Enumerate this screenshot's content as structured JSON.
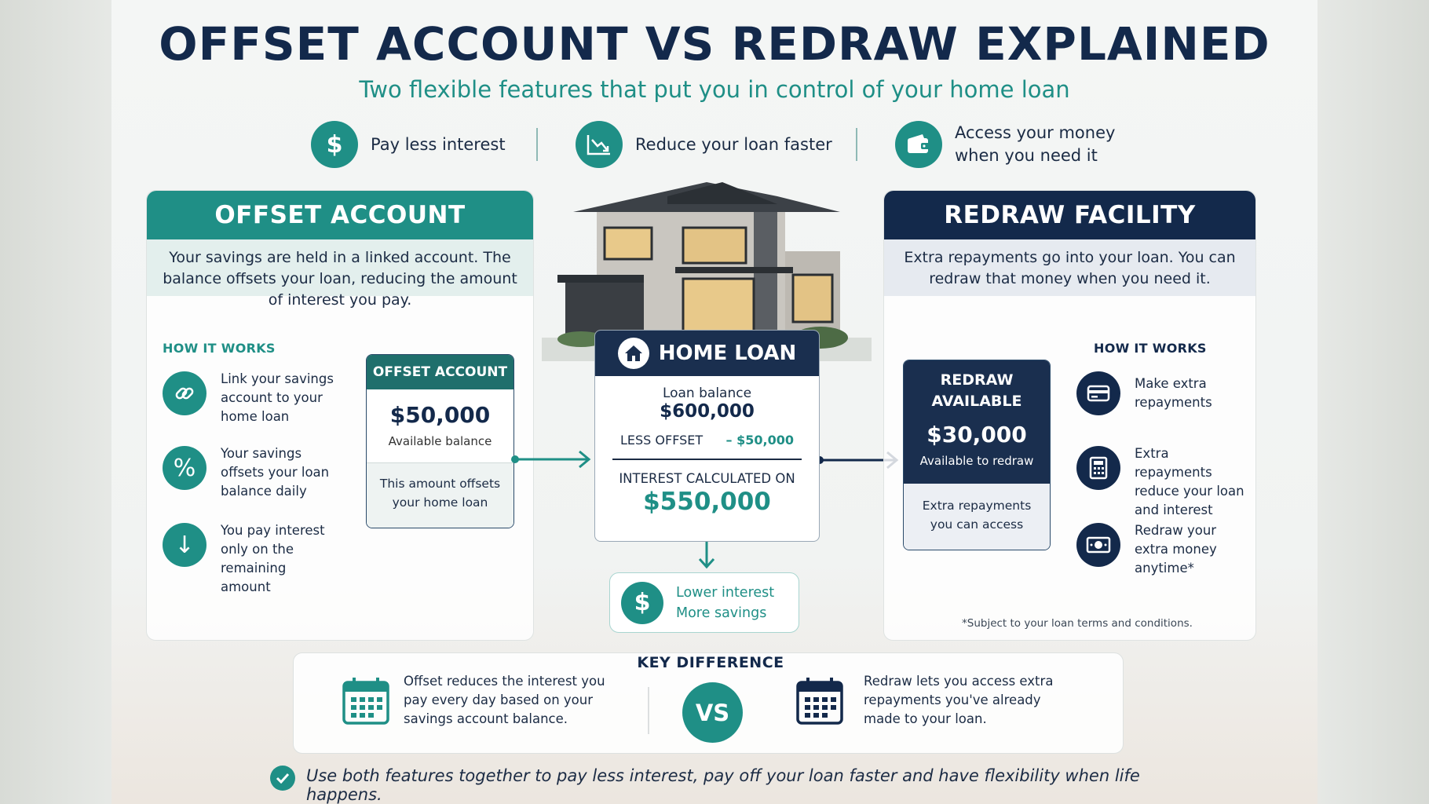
{
  "header": {
    "title": "OFFSET ACCOUNT VS REDRAW EXPLAINED",
    "subtitle": "Two flexible features that put you in control of your home loan"
  },
  "benefits": [
    {
      "icon": "dollar-icon",
      "glyph": "$",
      "text": "Pay less interest"
    },
    {
      "icon": "chart-down-icon",
      "text": "Reduce your loan faster"
    },
    {
      "icon": "wallet-icon",
      "text": "Access your money when you need it"
    }
  ],
  "offset": {
    "title": "OFFSET ACCOUNT",
    "description": "Your savings are held in a linked account. The balance offsets your loan, reducing the amount of interest you pay.",
    "how_label": "HOW IT WORKS",
    "steps": [
      {
        "icon": "link-icon",
        "text": "Link your savings account to your home loan"
      },
      {
        "icon": "percent-icon",
        "glyph": "%",
        "text": "Your savings offsets your loan balance daily"
      },
      {
        "icon": "arrow-down-icon",
        "glyph": "↓",
        "text": "You pay interest only on the remaining amount"
      }
    ],
    "card": {
      "title": "OFFSET ACCOUNT",
      "amount": "$50,000",
      "amount_label": "Available balance",
      "note": "This amount offsets your home loan"
    }
  },
  "home_loan": {
    "title": "HOME LOAN",
    "balance_label": "Loan balance",
    "balance": "$600,000",
    "less_offset_label": "LESS OFFSET",
    "less_offset_value": "– $50,000",
    "interest_label": "INTEREST CALCULATED ON",
    "interest_amount": "$550,000",
    "result_line1": "Lower interest",
    "result_line2": "More savings"
  },
  "redraw": {
    "title": "REDRAW FACILITY",
    "description": "Extra repayments go into your loan. You can redraw that money when you need it.",
    "how_label": "HOW IT WORKS",
    "card": {
      "title_line1": "REDRAW",
      "title_line2": "AVAILABLE",
      "amount": "$30,000",
      "amount_label": "Available to redraw",
      "note": "Extra repayments you can access"
    },
    "steps": [
      {
        "icon": "card-icon",
        "text": "Make extra repayments"
      },
      {
        "icon": "calculator-icon",
        "text": "Extra repayments reduce your loan and interest"
      },
      {
        "icon": "cash-icon",
        "text": "Redraw your extra money anytime*"
      }
    ],
    "footnote": "*Subject to your loan terms and conditions."
  },
  "key_difference": {
    "title": "KEY DIFFERENCE",
    "left": "Offset reduces the interest you pay every day based on your savings account balance.",
    "vs": "VS",
    "right": "Redraw lets you access extra repayments you've already made to your loan."
  },
  "footer": "Use both features together to pay less interest, pay off your loan faster and have flexibility when life happens.",
  "colors": {
    "teal": "#1f8f86",
    "navy": "#13294b"
  }
}
